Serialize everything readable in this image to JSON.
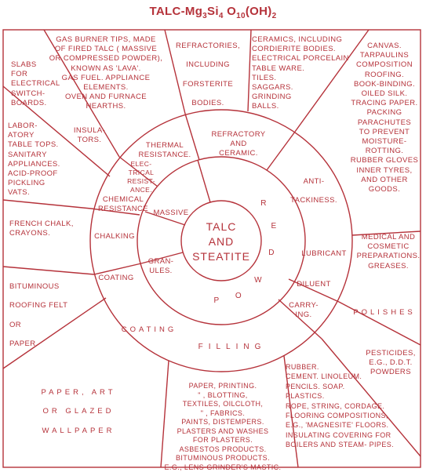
{
  "title": {
    "prefix": "TALC-Mg",
    "sub1": "3",
    "mid1": "Si",
    "sub2": "4",
    "mid2": " O",
    "sub3": "10",
    "suffix": "(OH)",
    "sub4": "2"
  },
  "center": "TALC\nAND\nSTEATITE",
  "forms": {
    "massive": "MASSIVE",
    "granules": "GRAN-\nULES.",
    "powder": [
      "P",
      "O",
      "W",
      "D",
      "E",
      "R"
    ]
  },
  "properties": {
    "thermal": "THERMAL\nRESISTANCE.",
    "refractory": "REFRACTORY\nAND\nCERAMIC.",
    "electrical": "ELEC-\nTRICAL\nRESIST-\nANCE.",
    "anti_tackiness": "ANTI-\n\nTACKINESS.",
    "chemical": "CHEMICAL\nRESISTANCE",
    "lubricant": "LUBRICANT",
    "chalking": "CHALKING",
    "diluent": "DILUENT",
    "coating_inner": "COATING",
    "carrying": "CARRY-\nING.",
    "coating_outer": "COATING",
    "filling": "FILLING"
  },
  "uses": {
    "gas_burner": "GAS BURNER TIPS, MADE\nOF FIRED TALC ( MASSIVE\nOR COMPRESSED POWDER),\nKNOWN AS 'LAVA'.\nGAS FUEL. APPLIANCE\nELEMENTS.\nOVEN AND FURNACE\nHEARTHS.",
    "refractories": "REFRACTORIES,\n\nINCLUDING\n\nFORSTERITE\n\nBODIES.",
    "ceramics": "CERAMICS, INCLUDING\nCORDIERITE BODIES.\nELECTRICAL PORCELAIN\nTABLE WARE.\nTILES.\nSAGGARS.\nGRINDING\nBALLS.",
    "canvas": "CANVAS.\nTARPAULINS\nCOMPOSITION\nROOFING.\nBOOK-BINDING.\nOILED SILK.\nTRACING PAPER.\nPACKING\nPARACHUTES\nTO PREVENT\nMOISTURE-\nROTTING.\nRUBBER GLOVES\nINNER TYRES,\nAND OTHER\nGOODS.",
    "slabs": "SLABS\nFOR\nELECTRICAL\nSWITCH-\nBOARDS.",
    "insulators": "INSULA-\nTORS.",
    "laboratory": "LABOR-\nATORY\nTABLE TOPS.\nSANITARY\nAPPLIANCES.\nACID-PROOF\nPICKLING\nVATS.",
    "french_chalk": "FRENCH CHALK,\nCRAYONS.",
    "medical": "MEDICAL AND\nCOSMETIC\nPREPARATIONS.\nGREASES.",
    "bituminous": "BITUMINOUS\n\nROOFING FELT\n\nOR\n\nPAPER.",
    "polishes": "POLISHES",
    "pesticides": "PESTICIDES,\nE.G., D.D.T.\nPOWDERS",
    "wallpaper": "PAPER, ART\n\nOR GLAZED\n\nWALLPAPER",
    "paper_printing": "PAPER, PRINTING.\n\"     , BLOTTING,\nTEXTILES, OILCLOTH,\n\"     , FABRICS.\nPAINTS, DISTEMPERS.\nPLASTERS AND WASHES\nFOR PLASTERS.\nASBESTOS PRODUCTS.\nBITUMINOUS PRODUCTS.\nE.G., LENS-GRINDER'S MASTIC.",
    "rubber": "RUBBER.\nCEMENT. LINOLEUM.\nPENCILS. SOAP.\nPLASTICS.\nROPE, STRING, CORDAGE.\nFLOORING COMPOSITIONS,\nE.G., 'MAGNESITE' FLOORS.\nINSULATING COVERING FOR\nBOILERS AND STEAM- PIPES."
  },
  "colors": {
    "ink": "#b5323a",
    "background": "#ffffff"
  }
}
